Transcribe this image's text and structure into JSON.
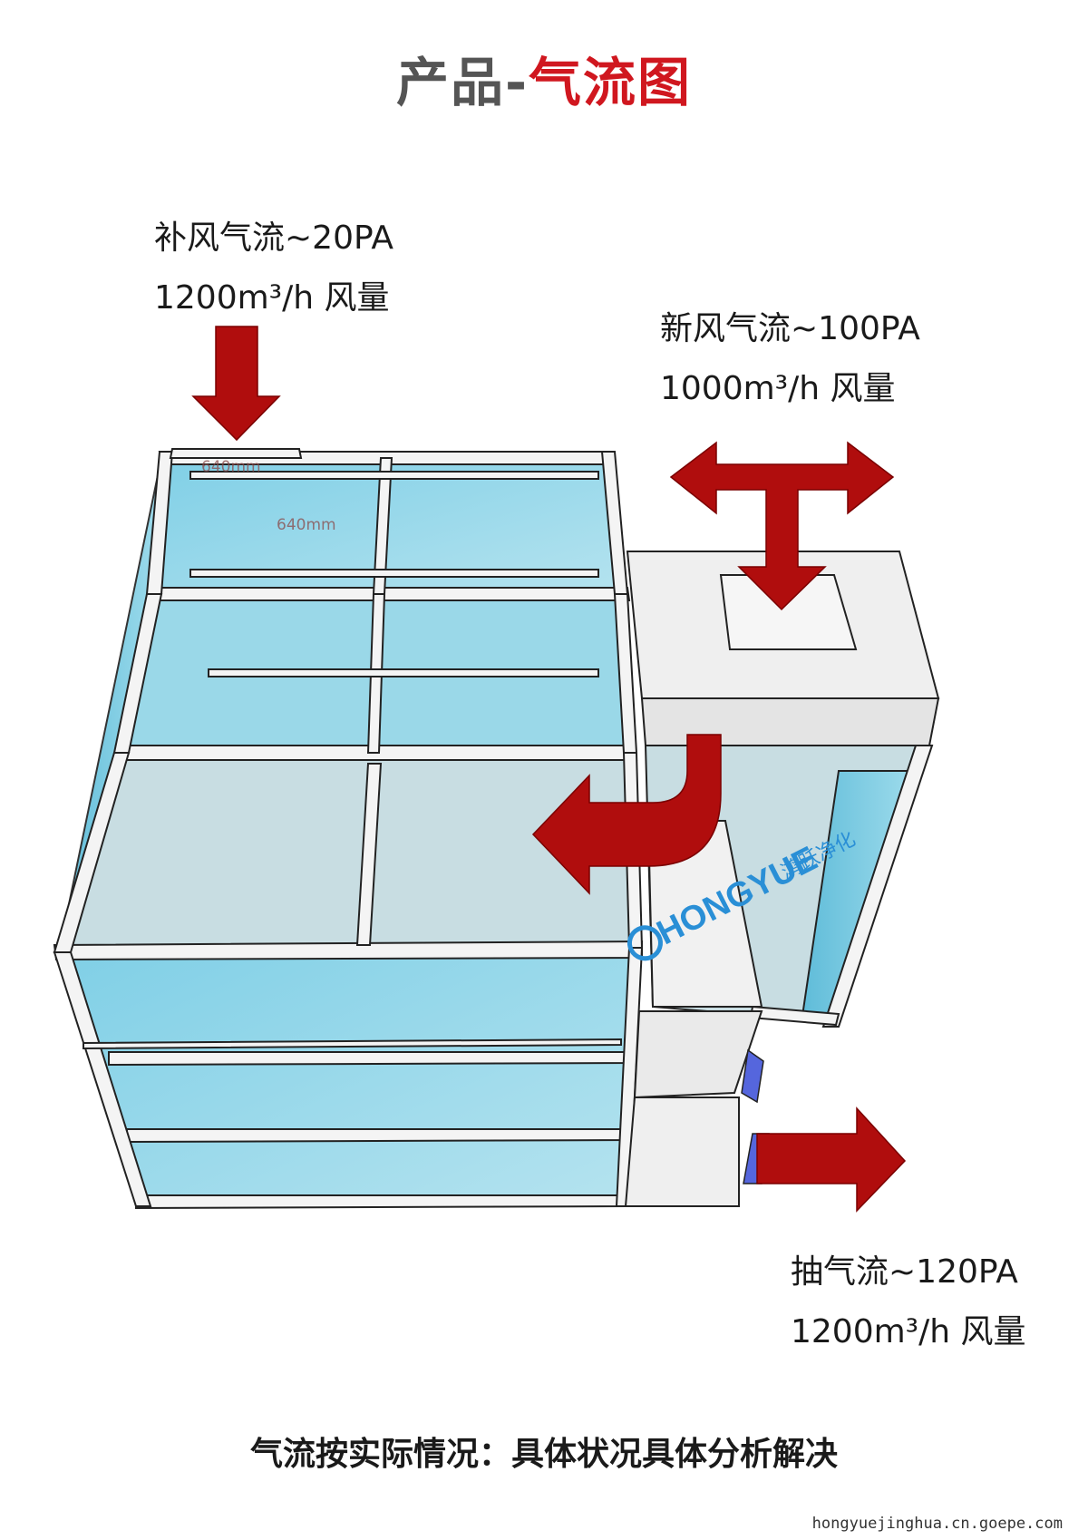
{
  "title": {
    "part1": "产品-",
    "part2": "气流图"
  },
  "supply_air": {
    "line1": "补风气流~20PA",
    "line2": "1200m³/h 风量"
  },
  "fresh_air": {
    "line1": "新风气流~100PA",
    "line2": "1000m³/h 风量"
  },
  "exhaust_air": {
    "line1": "抽气流~120PA",
    "line2": "1200m³/h 风量"
  },
  "dimensions": {
    "width_label": "640mm",
    "depth_label": "640mm"
  },
  "logo": {
    "text": "HONGYUE",
    "cn": "鸿跃净化"
  },
  "footer_note": "气流按实际情况：具体状况具体分析解决",
  "watermark": "hongyuejinghua.cn.goepe.com",
  "colors": {
    "arrow": "#b00d0d",
    "glass": "#8fd3e6",
    "frame": "#f3f3f3",
    "title_accent": "#d0171f"
  }
}
